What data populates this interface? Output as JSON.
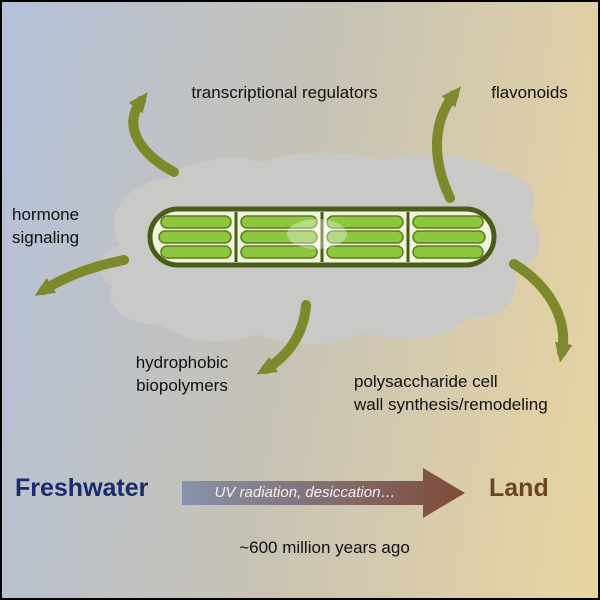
{
  "figure": {
    "type": "freshwater-to-land transition graphical abstract",
    "labels": {
      "transcriptional_regulators": "transcriptional regulators",
      "flavonoids": "flavonoids",
      "hormone_line1": "hormone",
      "hormone_line2": "signaling",
      "hydrophobic_line1": "hydrophobic",
      "hydrophobic_line2": "biopolymers",
      "polysaccharide_line1": "polysaccharide cell",
      "polysaccharide_line2": "wall synthesis/remodeling"
    },
    "timeline": {
      "left": "Freshwater",
      "right": "Land",
      "arrow_text": "UV radiation, desiccation…",
      "caption": "~600 million years ago"
    },
    "colors": {
      "background_left": "#b5c2da",
      "background_right": "#e9d5a0",
      "arrow_olive": "#7d892b",
      "blob_gray": "#c9c9c7",
      "cell_outline": "#4a5d18",
      "cell_fill": "#8dc63f",
      "freshwater_text": "#1b2a6b",
      "land_text": "#6b4423",
      "timeline_arrow_start": "#8793ac",
      "timeline_arrow_end": "#7e4b38"
    }
  }
}
